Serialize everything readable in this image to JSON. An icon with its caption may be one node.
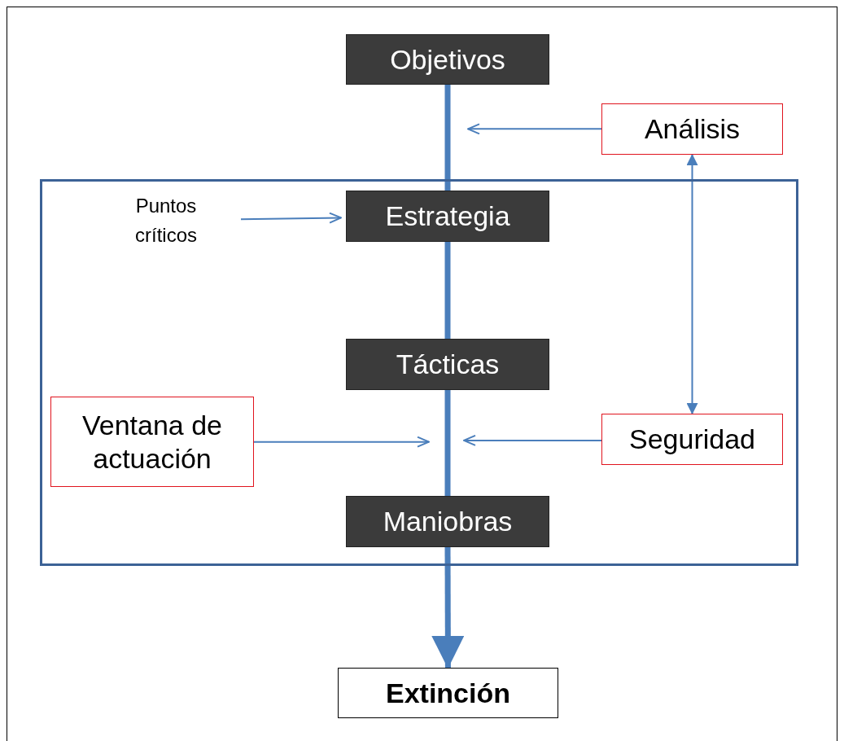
{
  "diagram": {
    "nodes": [
      {
        "text": [
          "Objetivos"
        ]
      },
      {
        "text": [
          "Análisis"
        ]
      },
      {
        "text": [],
        "shape": "box"
      },
      {
        "text": [
          "Puntos críticos"
        ],
        "in": 2
      },
      {
        "text": [
          "Estrategia"
        ],
        "in": 2
      },
      {
        "text": [
          "Tácticas"
        ],
        "in": 2
      },
      {
        "text": [
          "Ventana de actuación"
        ],
        "in": 2
      },
      {
        "text": [
          "Seguridad"
        ],
        "in": 2
      },
      {
        "text": [
          "Maniobras"
        ],
        "in": 2
      },
      {
        "text": [
          "Extinción"
        ]
      }
    ],
    "edges": [
      {
        "from": 0,
        "to": 4,
        "arrow": "none",
        "style": "thick"
      },
      {
        "from": 4,
        "to": 5,
        "arrow": "none",
        "style": "thick"
      },
      {
        "from": 5,
        "to": 8,
        "arrow": "none",
        "style": "thick"
      },
      {
        "from": 8,
        "to": 9,
        "arrow": "to",
        "style": "thick"
      },
      {
        "from": 1,
        "to": null,
        "arrow": "to"
      },
      {
        "from": 3,
        "to": 4,
        "arrow": "to"
      },
      {
        "from": 1,
        "to": 7,
        "arrow": "both"
      },
      {
        "from": 6,
        "to": null,
        "arrow": "to"
      },
      {
        "from": 7,
        "to": null,
        "arrow": "to"
      }
    ]
  }
}
